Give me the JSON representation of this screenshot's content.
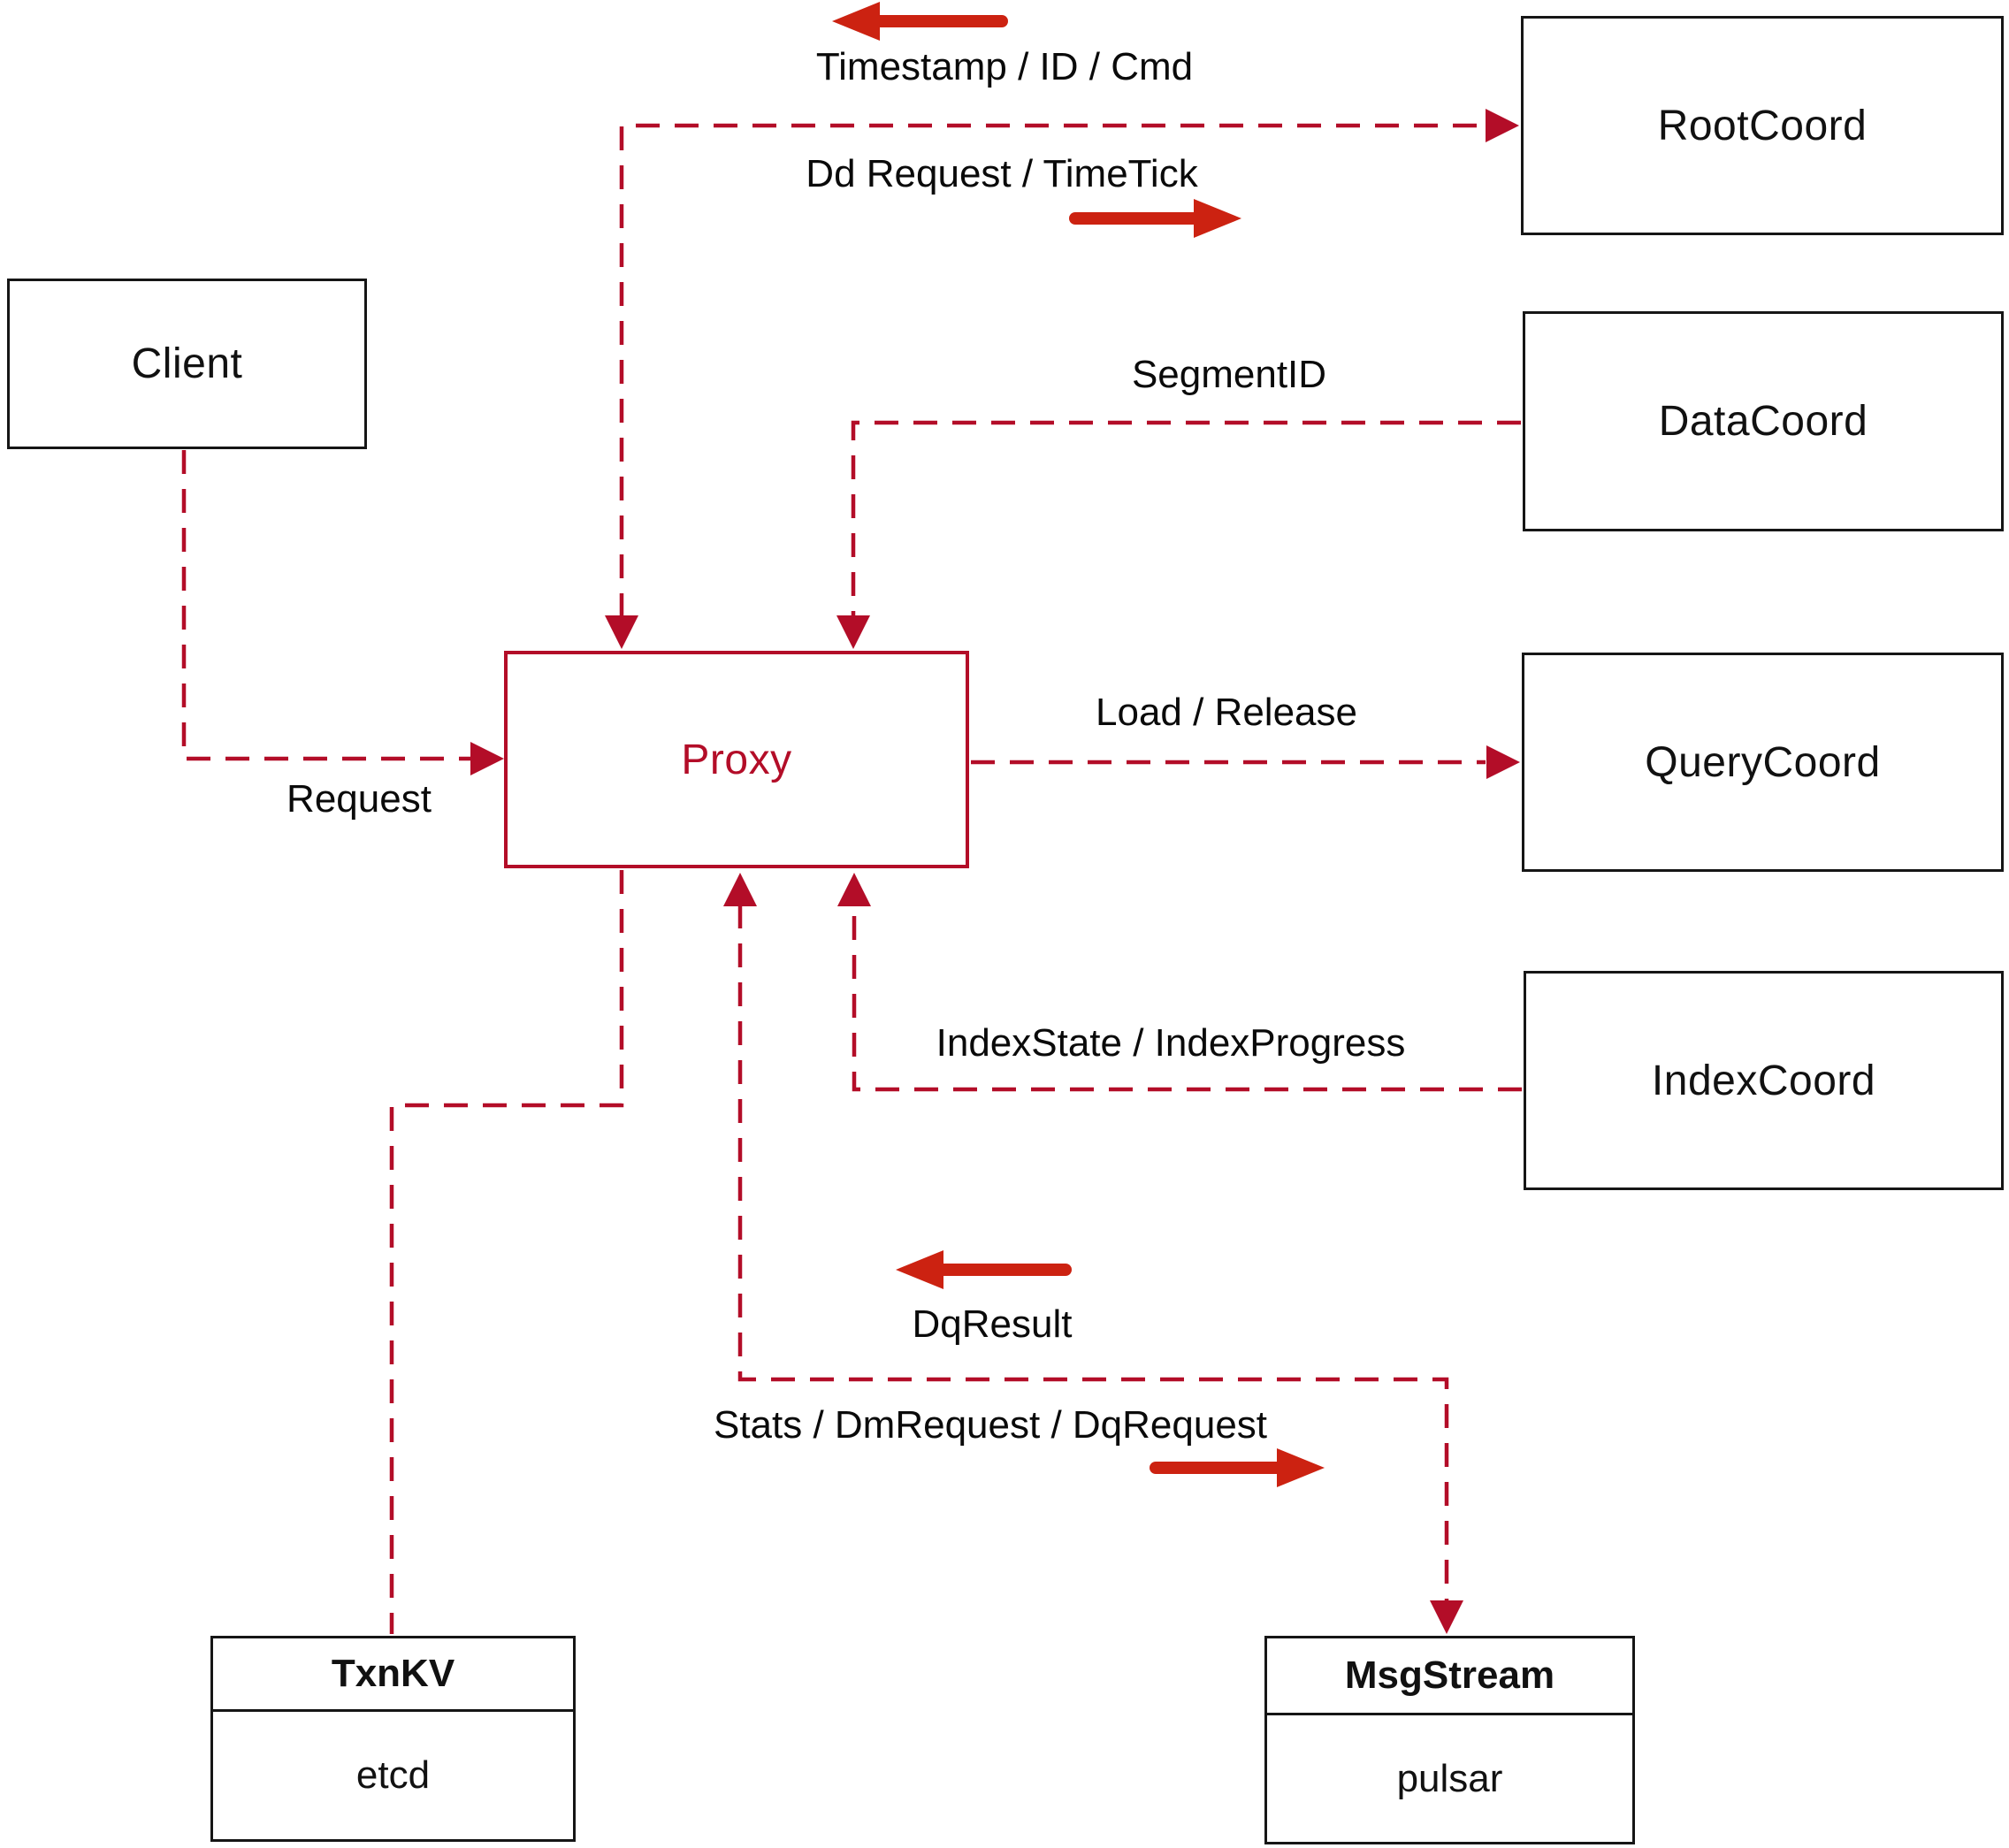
{
  "nodes": {
    "client": {
      "label": "Client"
    },
    "proxy": {
      "label": "Proxy"
    },
    "rootcoord": {
      "label": "RootCoord"
    },
    "datacoord": {
      "label": "DataCoord"
    },
    "querycoord": {
      "label": "QueryCoord"
    },
    "indexcoord": {
      "label": "IndexCoord"
    },
    "txnkv": {
      "title": "TxnKV",
      "impl": "etcd"
    },
    "msgstream": {
      "title": "MsgStream",
      "impl": "pulsar"
    }
  },
  "edge_labels": {
    "timestamp_id_cmd": "Timestamp / ID / Cmd",
    "dd_request_timetick": "Dd Request / TimeTick",
    "segment_id": "SegmentID",
    "request": "Request",
    "load_release": "Load / Release",
    "index_state_progress": "IndexState / IndexProgress",
    "dq_result": "DqResult",
    "stats_dm_dq": "Stats / DmRequest / DqRequest"
  },
  "colors": {
    "connector_dashed": "#b30d28",
    "direction_arrow": "#cc2211",
    "node_border": "#161616"
  }
}
